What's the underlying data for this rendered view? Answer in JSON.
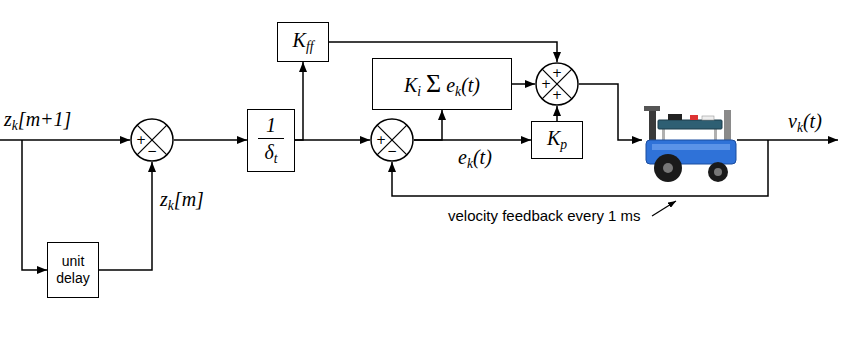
{
  "diagram": {
    "nodes": [
      {
        "text": [
          "+",
          "−"
        ]
      },
      {
        "text": [
          "unit delay"
        ]
      },
      {
        "text": [
          "1",
          "δt"
        ]
      },
      {
        "text": [
          "Kff"
        ]
      },
      {
        "text": [
          "+",
          "−"
        ]
      },
      {
        "text": [
          "Ki Σ ek(t)"
        ]
      },
      {
        "text": [
          "Kp"
        ]
      },
      {
        "text": [
          "+",
          "+",
          "+"
        ]
      }
    ],
    "edges": [
      {
        "from": 1,
        "to": 0,
        "arrow": "to"
      },
      {
        "from": 0,
        "to": 2,
        "arrow": "to"
      },
      {
        "from": 2,
        "to": 3,
        "arrow": "to"
      },
      {
        "from": 2,
        "to": 4,
        "arrow": "to"
      },
      {
        "from": 3,
        "to": 7,
        "arrow": "to"
      },
      {
        "from": 4,
        "to": 5,
        "arrow": "to"
      },
      {
        "from": 4,
        "to": 6,
        "arrow": "to"
      },
      {
        "from": 5,
        "to": 7,
        "arrow": "to"
      },
      {
        "from": 6,
        "to": 7,
        "arrow": "to"
      }
    ],
    "labels": [
      "zk[m+1]",
      "zk[m]",
      "ek(t)",
      "vk(t)",
      "velocity feedback every 1 ms"
    ]
  }
}
